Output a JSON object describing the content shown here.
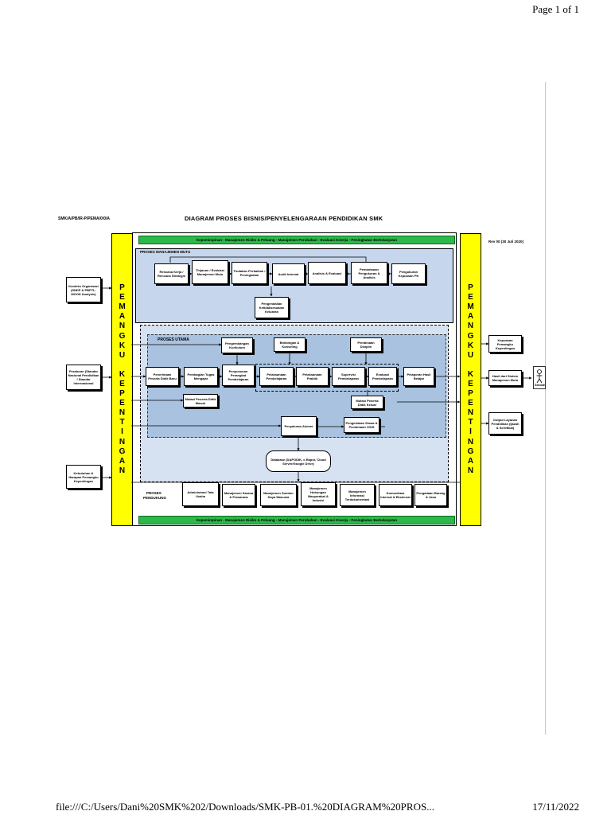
{
  "page": {
    "header_right": "Page 1 of 1",
    "footer_left": "file:///C:/Users/Dani%20SMK%202/Downloads/SMK-PB-01.%20DIAGRAM%20PROS...",
    "footer_right": "17/11/2022"
  },
  "diagram": {
    "doc_code": "SMK/A/PB/IR-P/PEMA/0/0/A",
    "title": "DIAGRAM PROSES BISNIS/PENYELENGARAAN PENDIDIKAN SMK",
    "revision": "Rev 00 (30 Juli 2020)",
    "green_bar_text": "Kepemimpinan - Manajemen Risiko & Peluang - Manajemen Perubahan - Evaluasi Kinerja - Peningkatan Berkelanjutan",
    "yellow_letters": [
      "P",
      "E",
      "M",
      "A",
      "N",
      "G",
      "K",
      "U",
      "",
      "K",
      "E",
      "P",
      "E",
      "N",
      "T",
      "I",
      "N",
      "G",
      "A",
      "N"
    ],
    "section_labels": {
      "mutu": "PROSES MANAJEMEN MUTU",
      "utama": "PROSES UTAMA",
      "pendukung_1": "PROSES",
      "pendukung_2": "PENDUKUNG"
    },
    "left_docs": [
      "Konteks Organisasi (SNDP & PBPTL-MOOK Analysis)",
      "Peraturan (Standar Nasional Pendidikan / Standar Internasional",
      "Kebutuhan & Harapan Pemangku Kepentingan"
    ],
    "right_docs": [
      "Kepuasan Pemangku Kepentingan",
      "Hasil dari Sistem Manajemen Mutu",
      "Output Layanan Pendidikan (Ijazah & Sertifikat)"
    ],
    "actor_label": "Sekolah",
    "mutu_boxes": [
      "Rencana Kerja / Rencana Strategis",
      "Tinjauan / Evaluasi Manajemen Mutu",
      "Tindakan Perbaikan / Peningkatan",
      "Audit Internal",
      "Analisis & Evaluasi",
      "Pemantauan Pengukuran & Analisis",
      "Pengukuran Kepuasan PK",
      "Pengendalian Ketidaksesuaian Keluaran"
    ],
    "utama_boxes": [
      "Pengembangan Kurikulum",
      "Bimbingan & Konseling",
      "Pembinaan Disiplin",
      "Penerimaan Peserta Didik Baru",
      "Pembagian Tugas Mengajar",
      "Penyusunan Perangkat Pembelajaran",
      "Pelaksanaan Pembelajaran",
      "Pelaksanaan Praktik",
      "Supervisi Pembelajaran",
      "Evaluasi Pembelajaran",
      "Pelaporan Hasil Belajar",
      "Mutasi Peserta Didik Masuk",
      "Mutasi Peserta Didik Keluar",
      "Penyaluran Alumni",
      "Pengelolaan Siswa & Pembinaan OSIS"
    ],
    "database": "Database (DAPODIK, e-Rapor, Cloud Server/Google Drive)",
    "pendukung_boxes": [
      "Administrasi Tata Usaha",
      "Manajemen Sarana & Prasarana",
      "Manajemen Sumber Daya Manusia",
      "Manajemen Hubungan Masyarakat & Industri",
      "Manajemen Informasi Terdokumentasi",
      "Komunikasi Internal & Eksternal",
      "Pengadaan Barang & Jasa"
    ]
  }
}
